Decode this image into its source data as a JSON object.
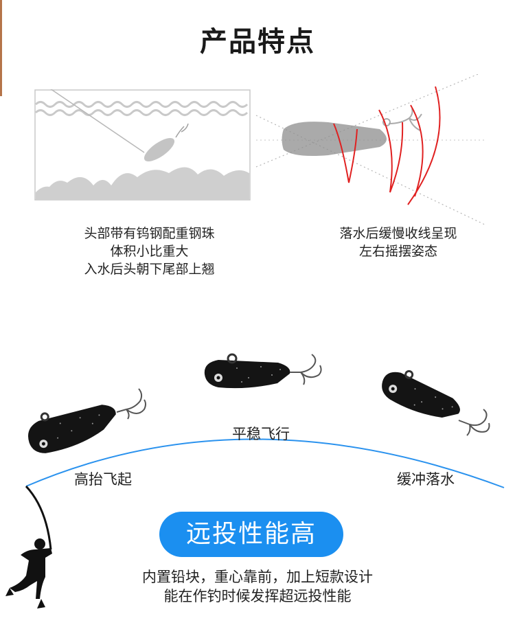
{
  "title": "产品特点",
  "features": {
    "left_caption": [
      "头部带有钨钢配重钢珠",
      "体积小比重大",
      "入水后头朝下尾部上翘"
    ],
    "right_caption": [
      "落水后缓慢收线呈现",
      "左右摇摆姿态"
    ]
  },
  "flight": {
    "stage_takeoff": "高抬飞起",
    "stage_stable": "平稳飞行",
    "stage_landing": "缓冲落水"
  },
  "highlight": {
    "label": "远投性能高"
  },
  "description": [
    "内置铅块，重心靠前，加上短款设计",
    "能在作钓时候发挥超远投性能"
  ],
  "colors": {
    "accent_blue": "#1b8ff0",
    "swing_red": "#e02020",
    "lure_black": "#141414",
    "terrain_gray": "#cfcfcf"
  }
}
